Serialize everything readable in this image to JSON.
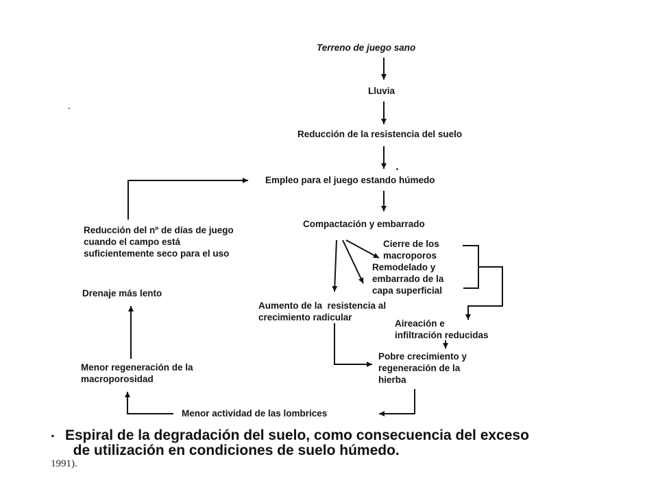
{
  "nodes": {
    "healthy_field": "Terreno de juego sano",
    "rain": "Lluvia",
    "soil_strength_reduction": "Reducción de la resistencia del suelo",
    "wet_play": "Empleo para el juego estando húmedo",
    "compaction": "Compactación y embarrado",
    "macropore_closure": "Cierre de los\nmacroporos",
    "surface_remodel": "Remodelado y\nembarrado de la\ncapa superficial",
    "root_resistance": "Aumento de la  resistencia al\ncrecimiento radicular",
    "reduced_aeration": "Aireación e\ninfiltración reducidas",
    "poor_growth": "Pobre crecimiento y\nregeneración de la\nhierba",
    "earthworms": "Menor actividad de las lombrices",
    "less_regeneration": "Menor regeneración de la\nmacroporosidad",
    "slower_drainage": "Drenaje más lento",
    "fewer_days": "Reducción del nº de días de juego\ncuando el campo está\nsuficientemente seco para el uso"
  },
  "caption": {
    "lead": ".",
    "text": "Espiral de la degradación del suelo, como consecuencia del exceso\n  de utilización en condiciones de suelo húmedo.",
    "citation": "1991)."
  }
}
